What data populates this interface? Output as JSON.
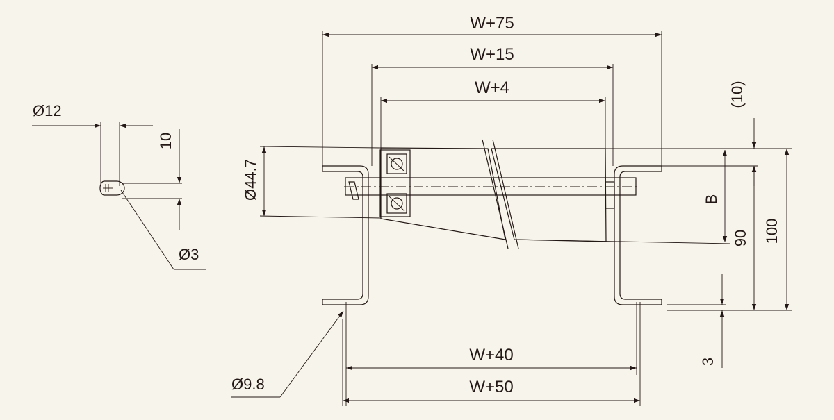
{
  "dimensions": {
    "w75": "W+75",
    "w15": "W+15",
    "w4": "W+4",
    "w40": "W+40",
    "w50": "W+50",
    "dia12": "Ø12",
    "ten": "10",
    "dia3": "Ø3",
    "dia44_7": "Ø44.7",
    "dia9_8": "Ø9.8",
    "ten_paren": "(10)",
    "b": "B",
    "ninety": "90",
    "hundred": "100",
    "three": "3"
  },
  "colors": {
    "background": "#f7f4eb",
    "line": "#231815",
    "roller_fill": "#ece9e1"
  }
}
